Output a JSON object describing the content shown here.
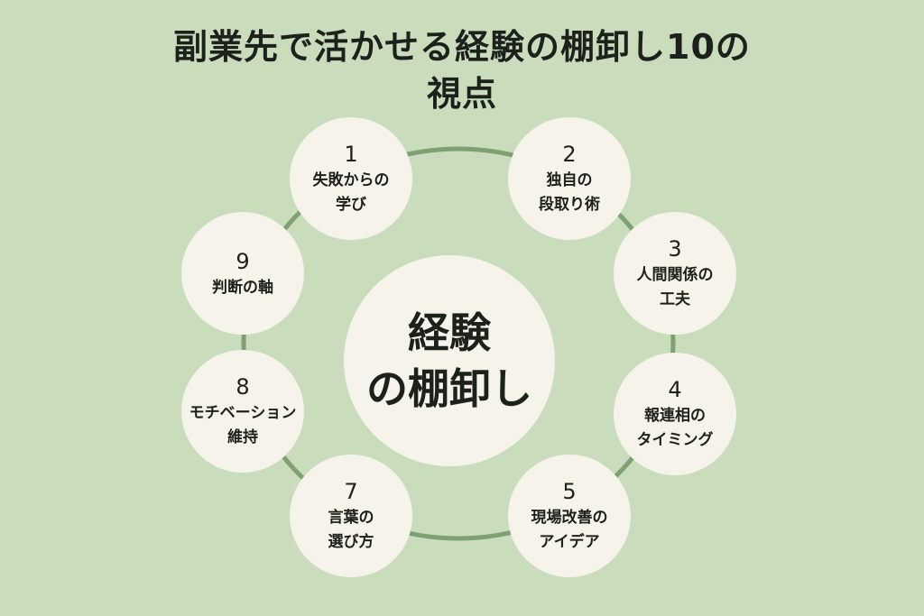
{
  "title": {
    "line1": "副業先で活かせる経験の棚卸し10の",
    "line2": "視点"
  },
  "center": {
    "line1": "経験",
    "line2": "の棚卸し"
  },
  "nodes": [
    {
      "num": "1",
      "line1": "失敗からの",
      "line2": "学び"
    },
    {
      "num": "2",
      "line1": "独自の",
      "line2": "段取り術"
    },
    {
      "num": "3",
      "line1": "人間関係の",
      "line2": "工夫"
    },
    {
      "num": "4",
      "line1": "報連相の",
      "line2": "タイミング"
    },
    {
      "num": "5",
      "line1": "現場改善の",
      "line2": "アイデア"
    },
    {
      "num": "7",
      "line1": "言葉の",
      "line2": "選び方"
    },
    {
      "num": "8",
      "line1": "モチベーション",
      "line2": "維持"
    },
    {
      "num": "9",
      "line1": "判断の軸",
      "line2": ""
    }
  ],
  "colors": {
    "background": "#c9ddbd",
    "circle": "#f6f3ea",
    "ring": "#7fa072",
    "text": "#1d211b"
  }
}
